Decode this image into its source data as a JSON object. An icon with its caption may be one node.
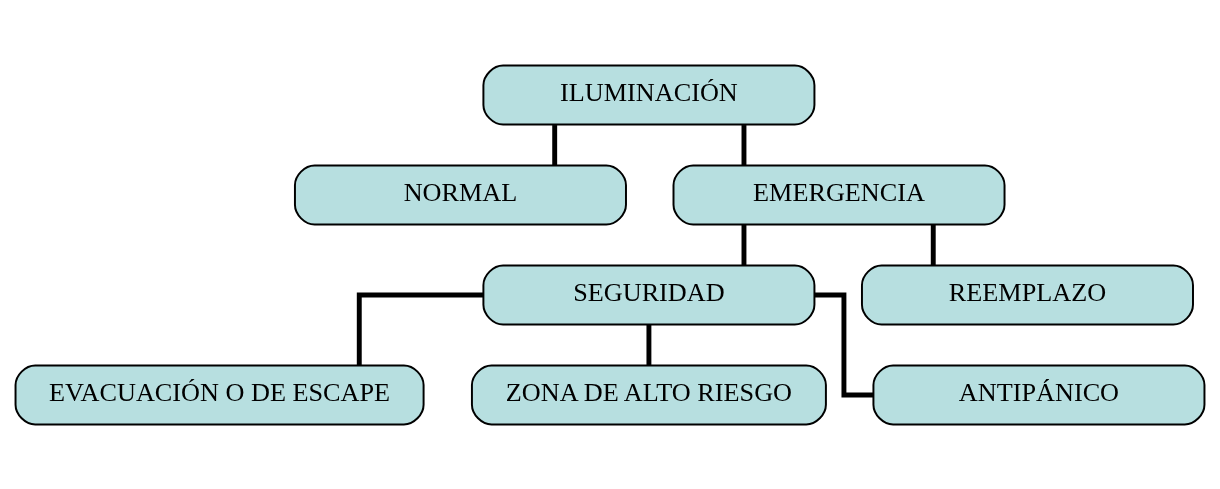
{
  "diagram": {
    "nodes": [
      {
        "text": [
          "ILUMINACIÓN"
        ]
      },
      {
        "text": [
          "NORMAL"
        ]
      },
      {
        "text": [
          "EMERGENCIA"
        ]
      },
      {
        "text": [
          "SEGURIDAD"
        ]
      },
      {
        "text": [
          "REEMPLAZO"
        ]
      },
      {
        "text": [
          "EVACUACIÓN O DE ESCAPE"
        ]
      },
      {
        "text": [
          "ZONA DE ALTO RIESGO"
        ]
      },
      {
        "text": [
          "ANTIPÁNICO"
        ]
      }
    ],
    "edges": [
      {
        "from": 0,
        "to": 1,
        "arrow": "none"
      },
      {
        "from": 0,
        "to": 2,
        "arrow": "none"
      },
      {
        "from": 2,
        "to": 3,
        "arrow": "none"
      },
      {
        "from": 2,
        "to": 4,
        "arrow": "none"
      },
      {
        "from": 3,
        "to": 5,
        "arrow": "none"
      },
      {
        "from": 3,
        "to": 6,
        "arrow": "none"
      },
      {
        "from": 3,
        "to": 7,
        "arrow": "none"
      }
    ]
  }
}
